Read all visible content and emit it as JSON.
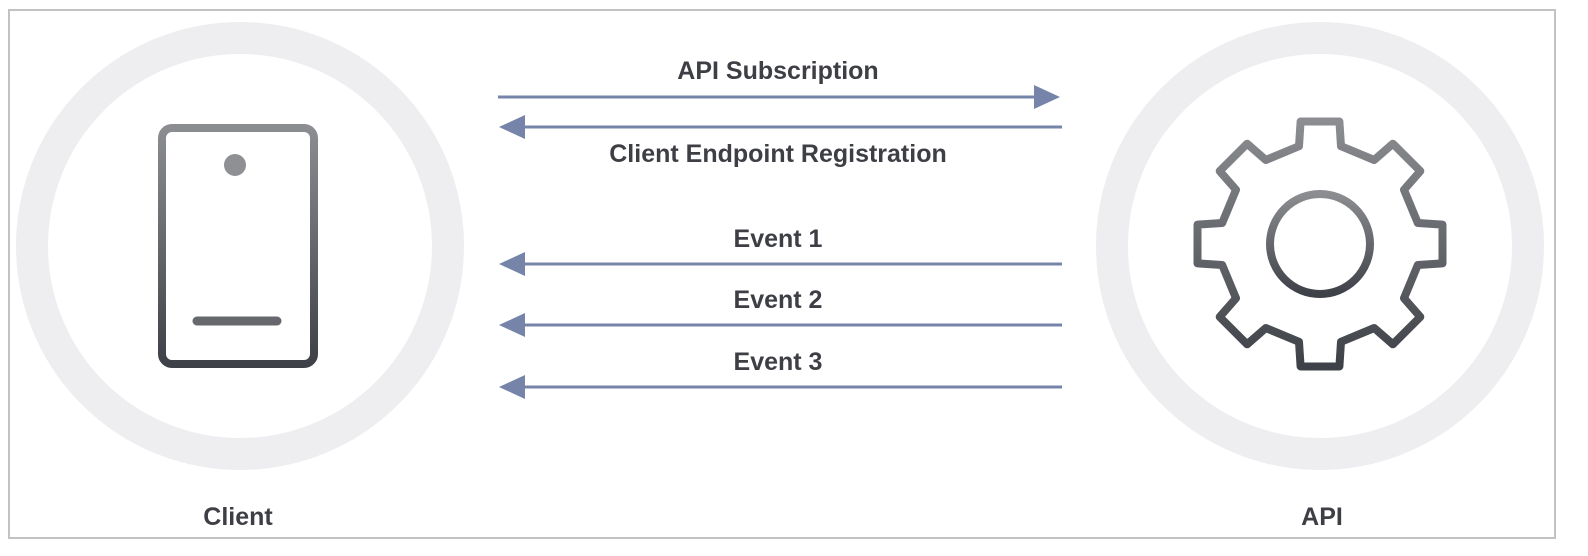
{
  "diagram": {
    "nodes": {
      "client": {
        "label": "Client",
        "icon": "mobile-phone-icon"
      },
      "api": {
        "label": "API",
        "icon": "gear-icon"
      }
    },
    "arrows": [
      {
        "label": "API Subscription",
        "direction": "client-to-api"
      },
      {
        "label": "Client Endpoint Registration",
        "direction": "api-to-client"
      },
      {
        "label": "Event 1",
        "direction": "api-to-client"
      },
      {
        "label": "Event 2",
        "direction": "api-to-client"
      },
      {
        "label": "Event 3",
        "direction": "api-to-client"
      }
    ]
  },
  "colors": {
    "circle": "#eeedf0",
    "arrow": "#7584a8",
    "icon_light": "#8b8d91",
    "icon_dark": "#3e4147",
    "text": "#3d3f45",
    "border": "#c2c2c2"
  }
}
